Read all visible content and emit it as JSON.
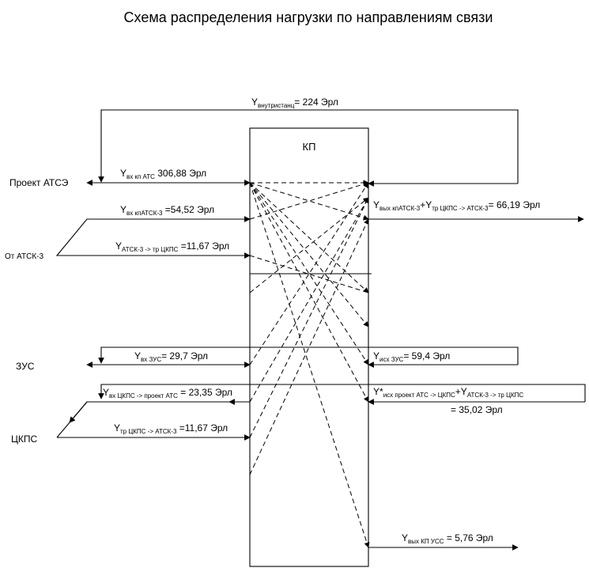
{
  "title": "Схема распределения нагрузки по направлениям связи",
  "box": {
    "label": "КП"
  },
  "sources": {
    "atse": "Проект АТСЭ",
    "atsk3": "От АТСК-3",
    "zus": "ЗУС",
    "ckps": "ЦКПС"
  },
  "labels": {
    "intra": {
      "y": "Y",
      "sub": "внутристанц",
      "text": "=  224  Эрл"
    },
    "in_atse": {
      "y": "Y",
      "sub": "вх кп АТС",
      "text": "  306,88  Эрл"
    },
    "vx_kp_atsk3": {
      "y": "Y",
      "sub": "вх кпАТСК-3",
      "text": " =54,52  Эрл"
    },
    "atsk3_tr": {
      "y": "Y",
      "sub": "АТСК-3 -> тр ЦКПС",
      "text": " =11,67 Эрл"
    },
    "out_atsk3": {
      "y": "Y",
      "sub": "вых кпАТСК-3",
      "plus": "+Y",
      "sub2": "тр ЦКПС -> АТСК-3",
      "text": "= 66,19     Эрл"
    },
    "vx_zus": {
      "y": "Y",
      "sub": "вх ЗУС",
      "text": "= 29,7    Эрл"
    },
    "isx_zus": {
      "y": "Y",
      "sub": "исх ЗУС",
      "text": "= 59,4    Эрл"
    },
    "vx_ckps": {
      "y": "Y",
      "sub": "вх ЦКПС -> проект АТС",
      "text": " = 23,35  Эрл"
    },
    "isx_proj": {
      "y": "Y*",
      "sub": "исх проект АТС -> ЦКПС",
      "plus": "+Y",
      "sub2": "АТСК-3 -> тр ЦКПС",
      "text": "= 35,02     Эрл"
    },
    "tr_ckps": {
      "y": "Y",
      "sub": "тр ЦКПС -> АТСК-3",
      "text": " =11,67 Эрл"
    },
    "out_kpuss": {
      "y": "Y",
      "sub": "вых КП УСС",
      "text": " = 5,76   Эрл"
    }
  }
}
